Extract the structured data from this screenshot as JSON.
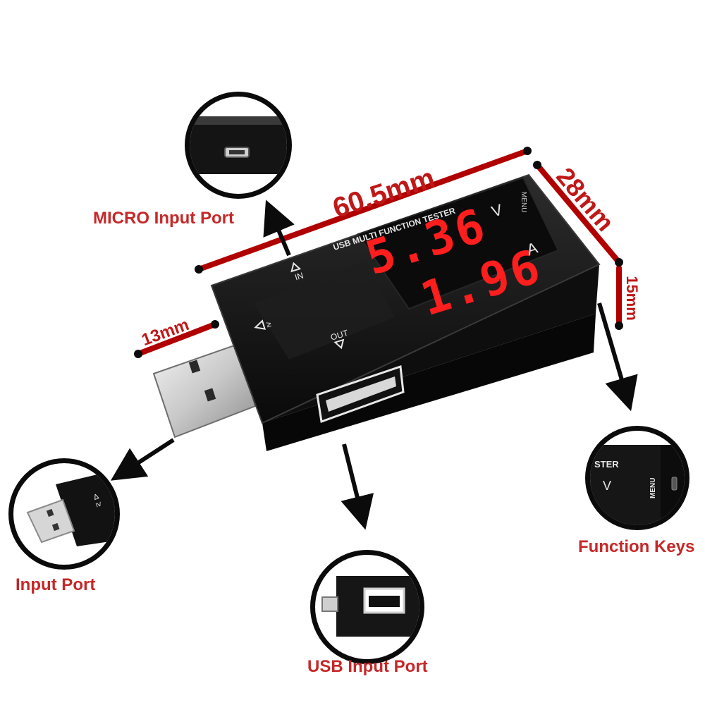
{
  "device": {
    "title": "USB MULTI FUNCTION TESTER",
    "voltage": "5.36",
    "current": "1.96",
    "unit_v": "V",
    "unit_a": "A",
    "port_in": "IN",
    "port_out": "OUT",
    "menu": "MENU"
  },
  "dimensions": {
    "length": "60.5mm",
    "width": "28mm",
    "height": "15mm",
    "plug": "13mm"
  },
  "callouts": {
    "micro": "MICRO Input Port",
    "input": "Input Port",
    "usb": "USB Input Port",
    "function": "Function Keys"
  },
  "detail": {
    "tester_fragment": "STER",
    "v": "V",
    "menu": "MENU"
  },
  "colors": {
    "label_red": "#c62828",
    "led_red": "#ff1e1e",
    "device_black": "#141414"
  }
}
